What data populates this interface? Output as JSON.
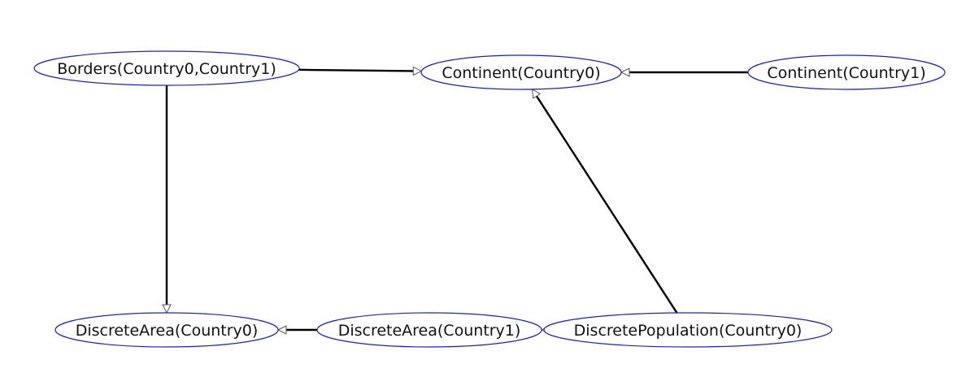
{
  "diagram": {
    "nodes": [
      {
        "id": "borders",
        "label": "Borders(Country0,Country1)"
      },
      {
        "id": "continent0",
        "label": "Continent(Country0)"
      },
      {
        "id": "continent1",
        "label": "Continent(Country1)"
      },
      {
        "id": "area0",
        "label": "DiscreteArea(Country0)"
      },
      {
        "id": "area1",
        "label": "DiscreteArea(Country1)"
      },
      {
        "id": "pop0",
        "label": "DiscretePopulation(Country0)"
      }
    ],
    "edges": [
      {
        "from": "borders",
        "to": "continent0"
      },
      {
        "from": "continent1",
        "to": "continent0"
      },
      {
        "from": "pop0",
        "to": "continent0"
      },
      {
        "from": "borders",
        "to": "area0"
      },
      {
        "from": "area1",
        "to": "area0"
      },
      {
        "from": "pop0",
        "to": "area1"
      }
    ]
  }
}
